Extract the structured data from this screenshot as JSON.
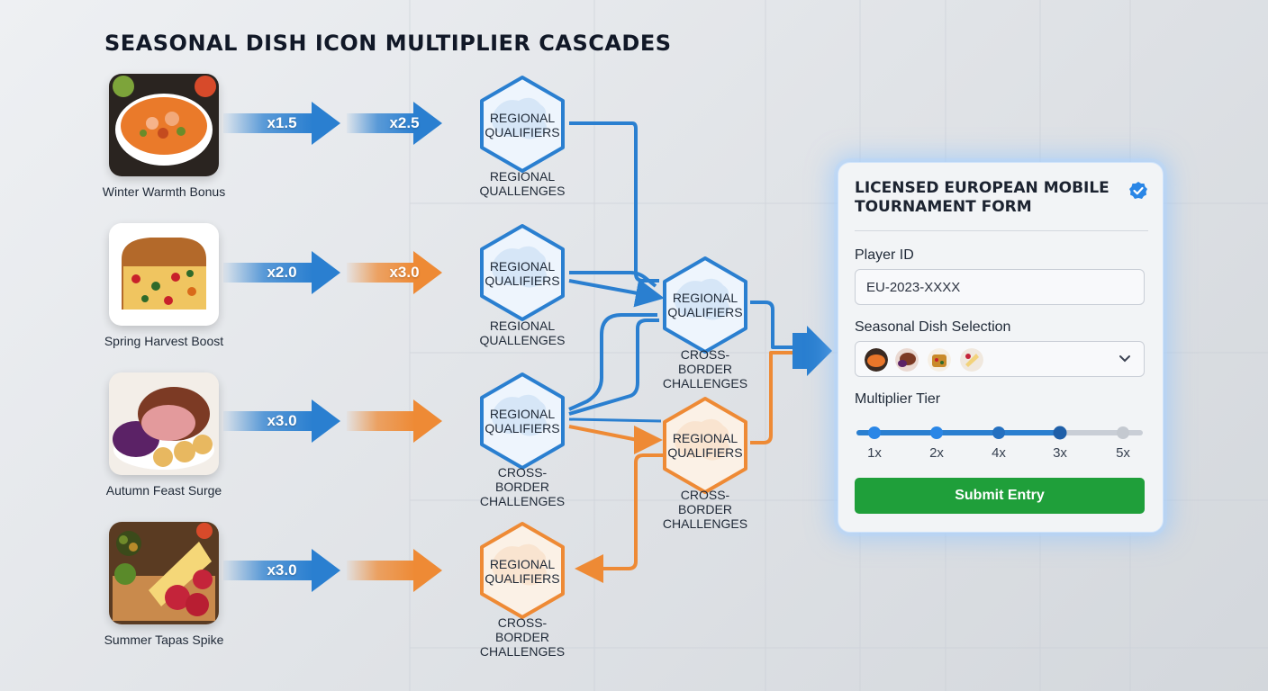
{
  "title": "SEASONAL DISH ICON MULTIPLIER CASCADES",
  "colors": {
    "blue": "#2a7fd0",
    "orange": "#ee8a35",
    "green": "#1f9f3a",
    "grid": "#c7ccd3"
  },
  "dishes": [
    {
      "label": "Winter Warmth Bonus",
      "icon": "soup-bowl-icon",
      "multiplier_1": "x1.5",
      "multiplier_2": "x2.5",
      "arrow_2_color": "blue"
    },
    {
      "label": "Spring Harvest Boost",
      "icon": "fruit-cake-icon",
      "multiplier_1": "x2.0",
      "multiplier_2": "x3.0",
      "arrow_2_color": "orange"
    },
    {
      "label": "Autumn Feast Surge",
      "icon": "roast-meat-icon",
      "multiplier_1": "x3.0",
      "multiplier_2": "",
      "arrow_2_color": "orange"
    },
    {
      "label": "Summer Tapas Spike",
      "icon": "tapas-platter-icon",
      "multiplier_1": "x3.0",
      "multiplier_2": "",
      "arrow_2_color": "orange"
    }
  ],
  "nodes": [
    {
      "inner": "REGIONAL\nQUALIFIERS",
      "caption": "REGIONAL\nQUALLENGES",
      "color": "blue"
    },
    {
      "inner": "REGIONAL\nQUALIFIERS",
      "caption": "REGIONAL\nQUALLENGES",
      "color": "blue"
    },
    {
      "inner": "REGIONAL\nQUALIFIERS",
      "caption": "CROSS-BORDER\nCHALLENGES",
      "color": "blue"
    },
    {
      "inner": "REGIONAL\nQUALIFIERS",
      "caption": "CROSS-BORDER\nCHALLENGES",
      "color": "orange"
    },
    {
      "inner": "REGIONAL\nQUALIFIERS",
      "caption": "CROSS-BORDER\nCHALLENGES",
      "color": "blue"
    },
    {
      "inner": "REGIONAL\nQUALIFIERS",
      "caption": "CROSS-BORDER\nCHALLENGES",
      "color": "orange"
    }
  ],
  "form": {
    "title": "LICENSED EUROPEAN MOBILE TOURNAMENT FORM",
    "verified_icon": "verified-badge-icon",
    "player_id_label": "Player ID",
    "player_id_value": "EU-2023-XXXX",
    "dish_label": "Seasonal Dish Selection",
    "dish_options": [
      "soup-bowl-icon",
      "roast-meat-icon",
      "fruit-cake-icon",
      "tapas-platter-icon"
    ],
    "tier_label": "Multiplier Tier",
    "tiers": [
      "1x",
      "2x",
      "4x",
      "3x",
      "5x"
    ],
    "selected_tier_index": 3,
    "submit_label": "Submit Entry"
  }
}
